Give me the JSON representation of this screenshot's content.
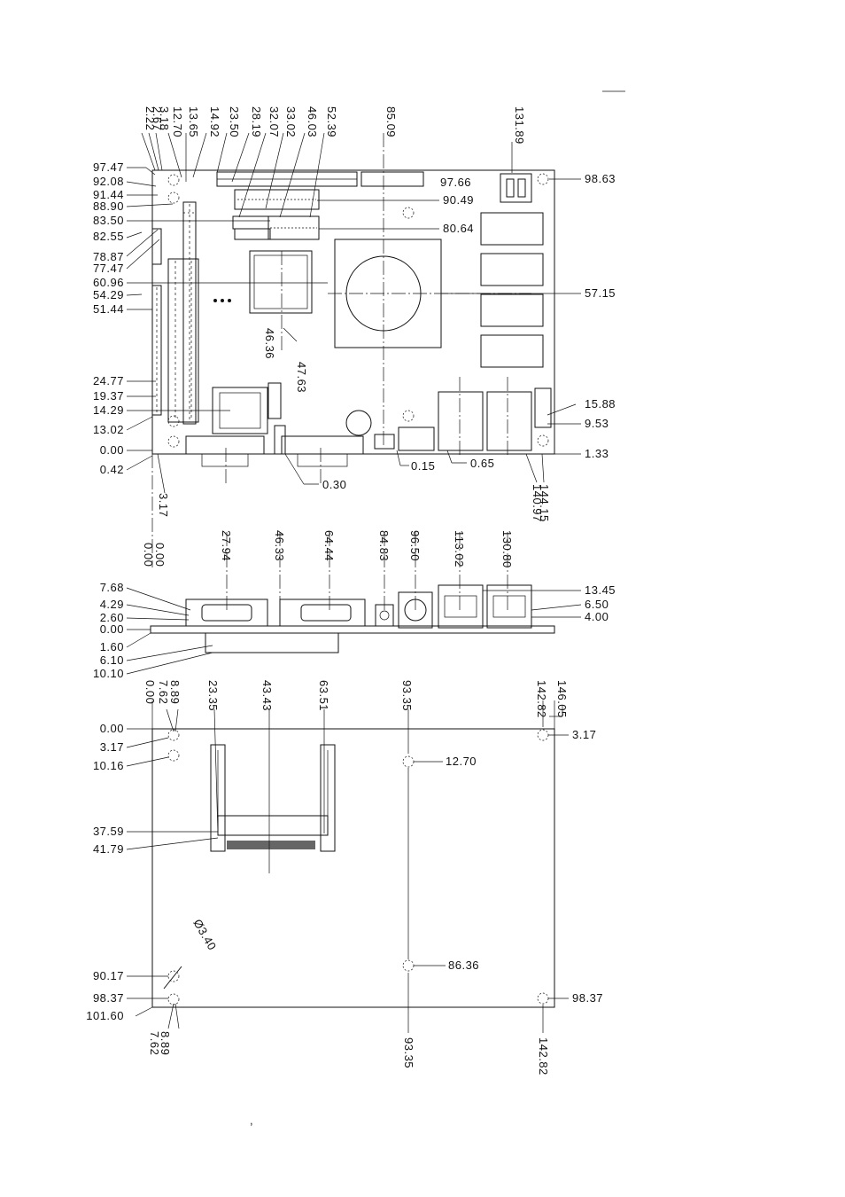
{
  "top_view": {
    "top_dims": [
      "2.22",
      "2.67",
      "3.18",
      "12.70",
      "13.65",
      "14.92",
      "23.50",
      "28.19",
      "32.07",
      "33.02",
      "46.03",
      "52.39",
      "85.09",
      "131.89"
    ],
    "left_dims": [
      "97.47",
      "92.08",
      "91.44",
      "88.90",
      "83.50",
      "82.55",
      "78.87",
      "77.47",
      "60.96",
      "54.29",
      "51.44",
      "24.77",
      "19.37",
      "14.29",
      "13.02",
      "0.00",
      "0.42"
    ],
    "right_dims": [
      "98.63",
      "90.49",
      "80.64",
      "57.15",
      "15.88",
      "9.53",
      "1.33"
    ],
    "bottom_dims": [
      "0.30",
      "0.15",
      "0.65",
      "3.17",
      "140.97",
      "144.15",
      "0.00",
      "0.00"
    ],
    "inner_dims": [
      "97.66",
      "46.36",
      "47.63"
    ]
  },
  "front_view": {
    "top_dims": [
      "27.94",
      "46.33",
      "64.44",
      "84.83",
      "96.50",
      "113.02",
      "130.80"
    ],
    "left_dims": [
      "7.68",
      "4.29",
      "2.60",
      "0.00",
      "1.60",
      "6.10",
      "10.10"
    ],
    "right_dims": [
      "13.45",
      "6.50",
      "4.00"
    ]
  },
  "bottom_view": {
    "top_dims": [
      "0.00",
      "7.62",
      "8.89",
      "23.35",
      "43.43",
      "63.51",
      "93.35",
      "142.82",
      "146.05"
    ],
    "left_dims": [
      "0.00",
      "3.17",
      "10.16",
      "37.59",
      "41.79",
      "90.17",
      "98.37",
      "101.60"
    ],
    "right_dims": [
      "3.17",
      "98.37"
    ],
    "inner_dims": [
      "12.70",
      "86.36",
      "Ø3.40"
    ],
    "bottom_dims": [
      "7.62",
      "8.89",
      "93.35",
      "142.82"
    ]
  },
  "footer_mark": ","
}
